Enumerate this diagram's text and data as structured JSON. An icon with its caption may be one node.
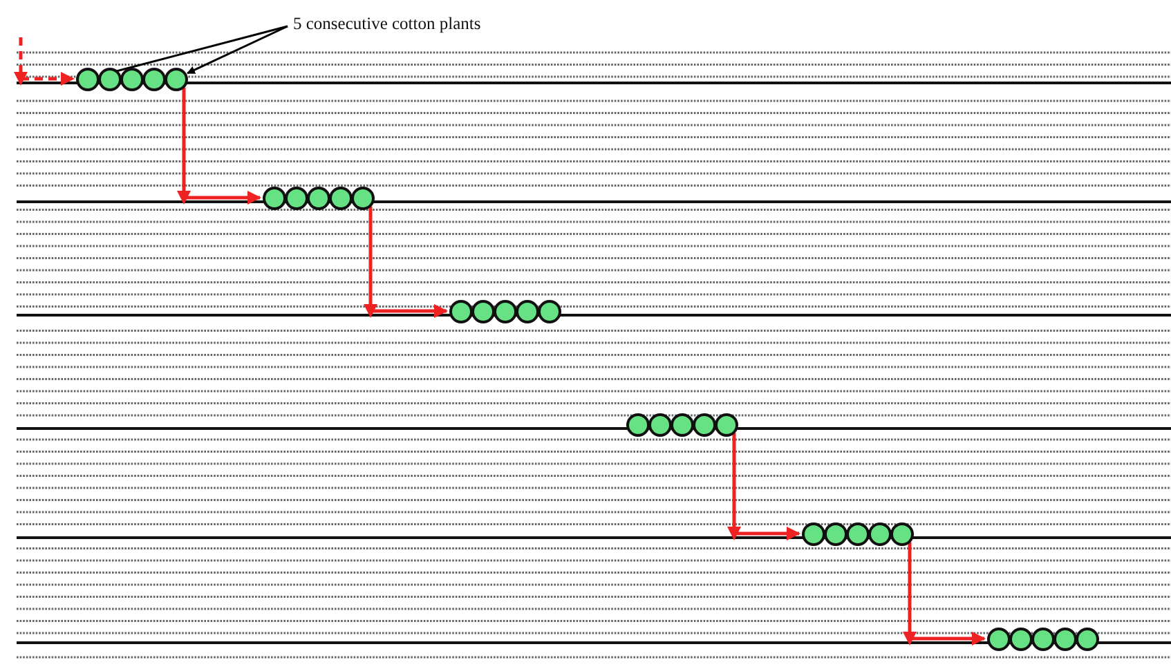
{
  "diagram": {
    "nodes": [
      {
        "text": [
          "5 consecutive cotton plants"
        ]
      },
      {
        "text": [],
        "shape": "circle"
      },
      {
        "text": [],
        "shape": "circle"
      },
      {
        "text": [],
        "shape": "circle"
      },
      {
        "text": [],
        "shape": "circle"
      },
      {
        "text": [],
        "shape": "circle"
      },
      {
        "text": [],
        "shape": "circle"
      },
      {
        "text": [],
        "shape": "circle"
      },
      {
        "text": [],
        "shape": "circle"
      },
      {
        "text": [],
        "shape": "circle"
      },
      {
        "text": [],
        "shape": "circle"
      },
      {
        "text": [],
        "shape": "circle"
      },
      {
        "text": [],
        "shape": "circle"
      },
      {
        "text": [],
        "shape": "circle"
      },
      {
        "text": [],
        "shape": "circle"
      },
      {
        "text": [],
        "shape": "circle"
      },
      {
        "text": [],
        "shape": "circle"
      },
      {
        "text": [],
        "shape": "circle"
      },
      {
        "text": [],
        "shape": "circle"
      },
      {
        "text": [],
        "shape": "circle"
      },
      {
        "text": [],
        "shape": "circle"
      },
      {
        "text": [],
        "shape": "circle"
      },
      {
        "text": [],
        "shape": "circle"
      },
      {
        "text": [],
        "shape": "circle"
      },
      {
        "text": [],
        "shape": "circle"
      },
      {
        "text": [],
        "shape": "circle"
      },
      {
        "text": [],
        "shape": "circle"
      },
      {
        "text": [],
        "shape": "circle"
      },
      {
        "text": [],
        "shape": "circle"
      },
      {
        "text": [],
        "shape": "circle"
      },
      {
        "text": [],
        "shape": "circle"
      }
    ],
    "edges": [
      {
        "from": 0,
        "to": 1,
        "arrow": "to",
        "color": "#000000"
      },
      {
        "from": 0,
        "to": 5,
        "arrow": "to",
        "color": "#000000"
      },
      {
        "from": null,
        "to": 1,
        "arrow": "to",
        "style": "dashed",
        "color": "#ee2222"
      },
      {
        "from": 5,
        "to": 6,
        "arrow": "to",
        "color": "#ee2222"
      },
      {
        "from": 10,
        "to": 11,
        "arrow": "to",
        "color": "#ee2222"
      },
      {
        "from": 20,
        "to": 21,
        "arrow": "to",
        "color": "#ee2222"
      },
      {
        "from": 25,
        "to": 26,
        "arrow": "to",
        "color": "#ee2222"
      }
    ]
  }
}
